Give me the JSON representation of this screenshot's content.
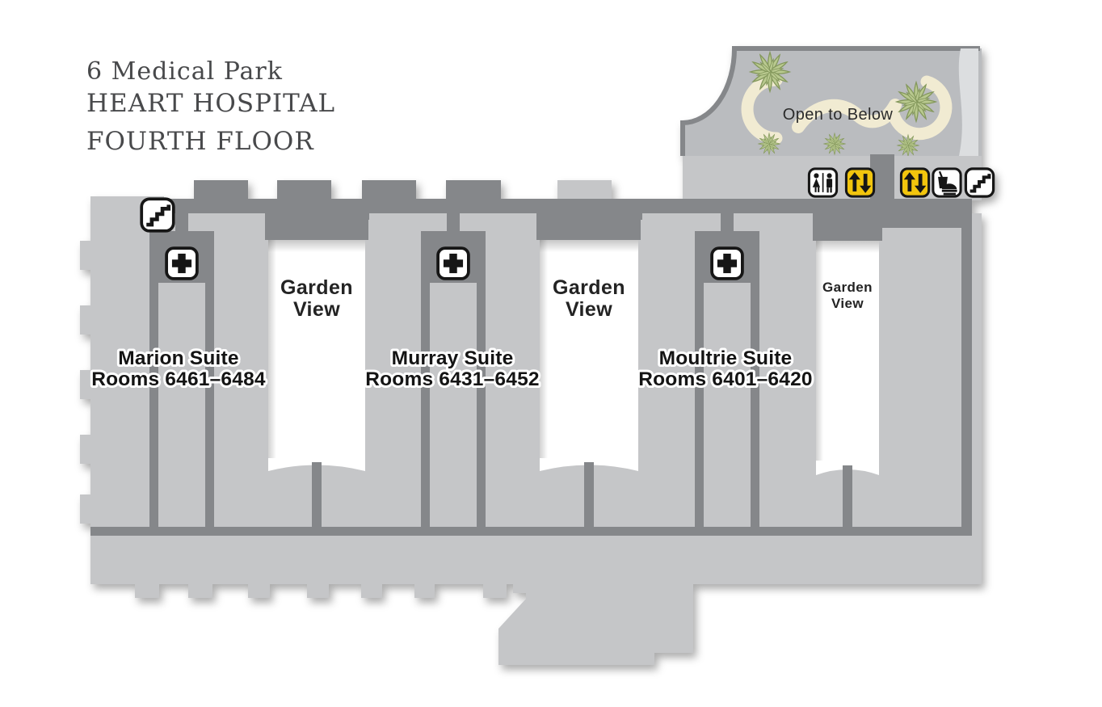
{
  "title": {
    "line1": "6 Medical Park",
    "line2": "HEART HOSPITAL",
    "line3": "FOURTH FLOOR"
  },
  "mezzanine": {
    "label": "Open to Below"
  },
  "suites": [
    {
      "name": "Marion Suite",
      "rooms": "Rooms 6461–6484"
    },
    {
      "name": "Murray Suite",
      "rooms": "Rooms 6431–6452"
    },
    {
      "name": "Moultrie Suite",
      "rooms": "Rooms 6401–6420"
    }
  ],
  "courtyards": [
    {
      "line1": "Garden",
      "line2": "View"
    },
    {
      "line1": "Garden",
      "line2": "View"
    },
    {
      "line1": "Garden",
      "line2": "View"
    }
  ],
  "icons": {
    "restroom": "restroom-icon",
    "elevator_1": "elevator-icon",
    "elevator_2": "elevator-icon",
    "food": "food-court-icon",
    "stairs_right": "stairs-icon",
    "stairs_left": "stairs-icon",
    "medical_cross": "medical-cross-icon",
    "plants": "plant-icon"
  },
  "colors": {
    "floor": "#c5c6c8",
    "corridor": "#85878a",
    "mezzanine": "#babcbf",
    "accent_strip": "#dcdee0",
    "path_cream": "#f1ebd2",
    "plant_green": "#b9c98f",
    "elevator_yellow": "#f2c50a",
    "ink": "#1a1a1a",
    "title_gray": "#48494b"
  }
}
